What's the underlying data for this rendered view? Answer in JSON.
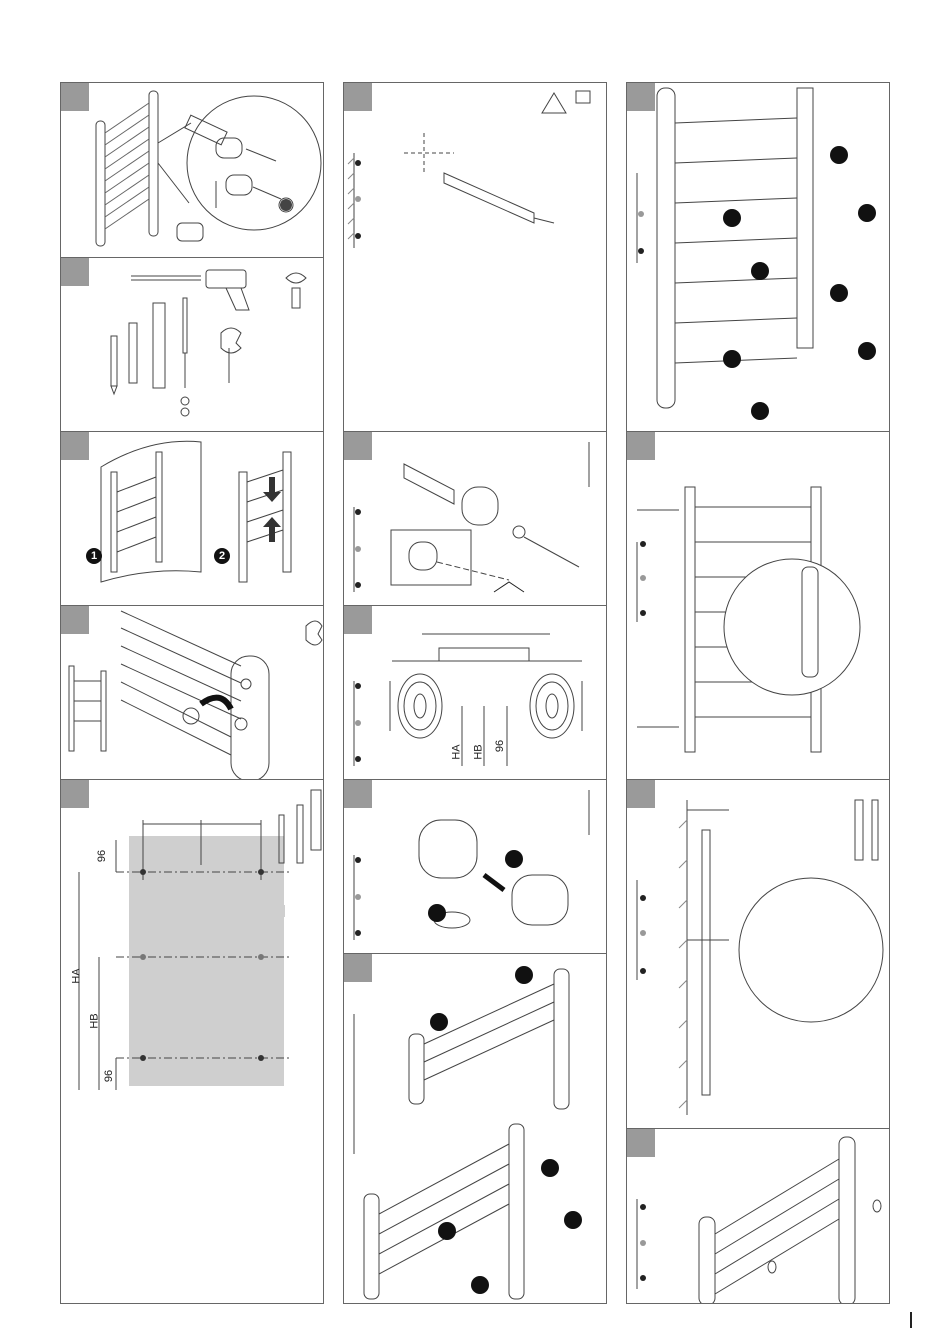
{
  "steps": {
    "s3": {
      "badge1": "1",
      "badge2": "2"
    },
    "s7": {
      "label_ha": "HA",
      "label_hb": "HB",
      "label_96": "96"
    },
    "s5": {
      "label_96_top": "96",
      "label_ha": "HA",
      "label_hb": "HB",
      "label_96_bottom": "96"
    }
  },
  "colors": {
    "step_box": "#9a9a9a",
    "panel_border": "#666666",
    "wall_gray": "#cfcfcf",
    "dot_gray": "#999999"
  }
}
